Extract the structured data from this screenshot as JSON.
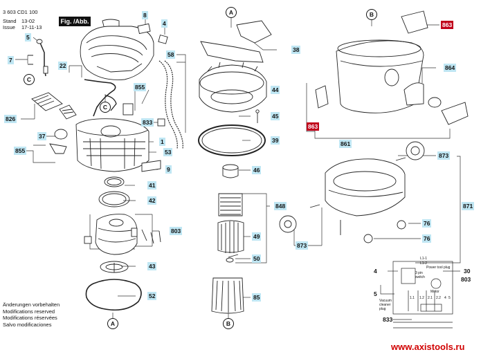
{
  "header": {
    "doc_number": "3 603 CD1 100",
    "figure_label": "Fig. /Abb. 1",
    "stand_label": "Stand",
    "issue_label": "Issue",
    "stand_date": "13-02",
    "issue_date": "17-11-13"
  },
  "footer": {
    "lines": [
      "Änderungen vorbehalten",
      "Modifications reserved",
      "Modifications réservées",
      "Salvo modificaciones"
    ],
    "website": "www.axistools.ru"
  },
  "schematic": {
    "l1_1": "L1-1",
    "l1_2": "L1-2",
    "power_tool_plug": "Power tool plug",
    "switch": "3 pin switch",
    "motor": "Motor",
    "vacuum_plug": "Vacuum cleaner plug",
    "pins": [
      "1.1",
      "1.2",
      "2.1",
      "2.2",
      "4",
      "5"
    ]
  },
  "part_labels": [
    {
      "text": "8"
    },
    {
      "text": "4"
    },
    {
      "text": "5"
    },
    {
      "text": "7"
    },
    {
      "text": "22"
    },
    {
      "text": "58"
    },
    {
      "text": "855"
    },
    {
      "text": "826"
    },
    {
      "text": "833"
    },
    {
      "text": "37"
    },
    {
      "text": "1"
    },
    {
      "text": "53"
    },
    {
      "text": "855"
    },
    {
      "text": "9"
    },
    {
      "text": "41"
    },
    {
      "text": "42"
    },
    {
      "text": "803"
    },
    {
      "text": "43"
    },
    {
      "text": "52"
    },
    {
      "text": "38"
    },
    {
      "text": "44"
    },
    {
      "text": "45"
    },
    {
      "text": "39"
    },
    {
      "text": "46"
    },
    {
      "text": "848"
    },
    {
      "text": "49"
    },
    {
      "text": "50"
    },
    {
      "text": "85"
    },
    {
      "text": "863",
      "red": true
    },
    {
      "text": "864"
    },
    {
      "text": "863",
      "red": true
    },
    {
      "text": "861"
    },
    {
      "text": "873"
    },
    {
      "text": "871"
    },
    {
      "text": "76"
    },
    {
      "text": "873"
    },
    {
      "text": "76"
    },
    {
      "text": "4"
    },
    {
      "text": "30"
    },
    {
      "text": "803"
    },
    {
      "text": "5"
    },
    {
      "text": "833"
    }
  ],
  "connector_marks": [
    "A",
    "C",
    "C",
    "A",
    "B",
    "B"
  ]
}
